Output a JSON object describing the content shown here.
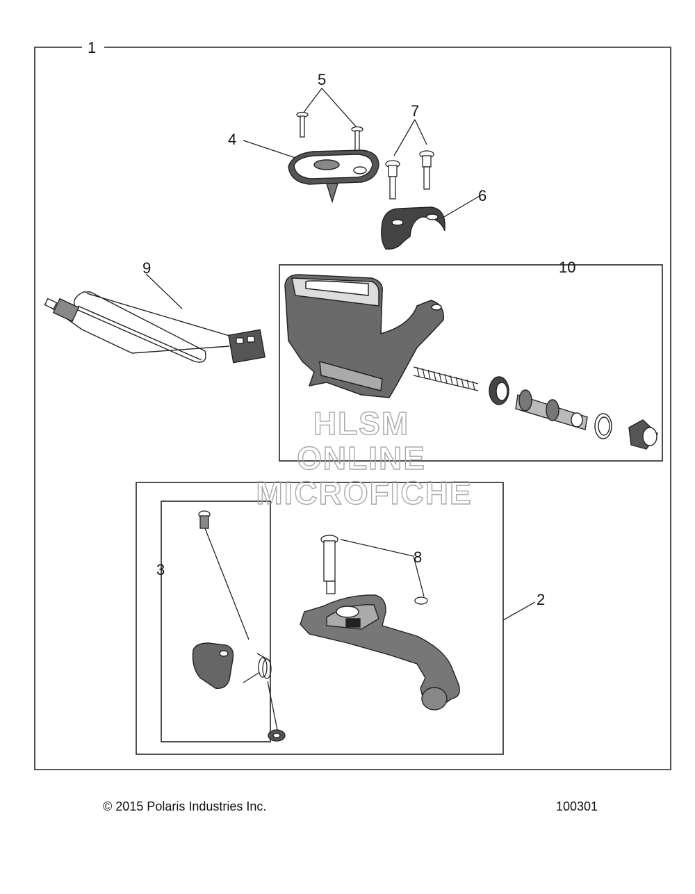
{
  "callouts": {
    "c1": "1",
    "c2": "2",
    "c3": "3",
    "c4": "4",
    "c5": "5",
    "c6": "6",
    "c7": "7",
    "c8": "8",
    "c9": "9",
    "c10": "10"
  },
  "watermark": {
    "line1": "HLSM",
    "line2": "ONLINE",
    "line3": "MICROFICHE"
  },
  "footer": {
    "copyright": "© 2015 Polaris Industries Inc.",
    "drawing_number": "100301"
  }
}
